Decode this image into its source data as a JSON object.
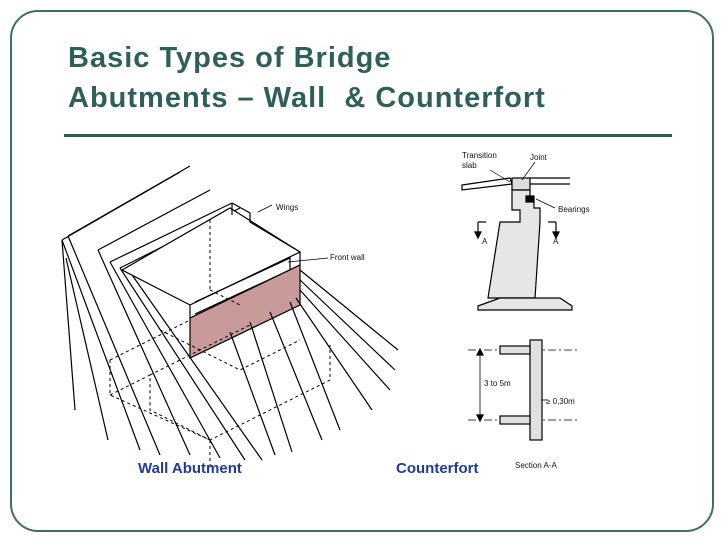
{
  "title": {
    "line1": "Basic Types of Bridge",
    "line2": "Abutments – Wall  & Counterfort"
  },
  "wall_diagram": {
    "label_wings": "Wings",
    "label_front_wall": "Front wall"
  },
  "counterfort_diagram": {
    "label_transition": "Transition",
    "label_slab": "slab",
    "label_joint": "Joint",
    "label_bearings": "Bearings",
    "label_section_a_left": "A",
    "label_section_a_right": "A",
    "label_height": "3 to 5m",
    "label_thickness": "≥ 0,30m",
    "label_section": "Section  A-A"
  },
  "captions": {
    "wall": "Wall Abutment",
    "counterfort": "Counterfort"
  },
  "colors": {
    "title": "#2f5f5b",
    "caption": "#1f3a9a",
    "front_wall_fill": "#c89a99",
    "frame": "#3c6e6a"
  }
}
